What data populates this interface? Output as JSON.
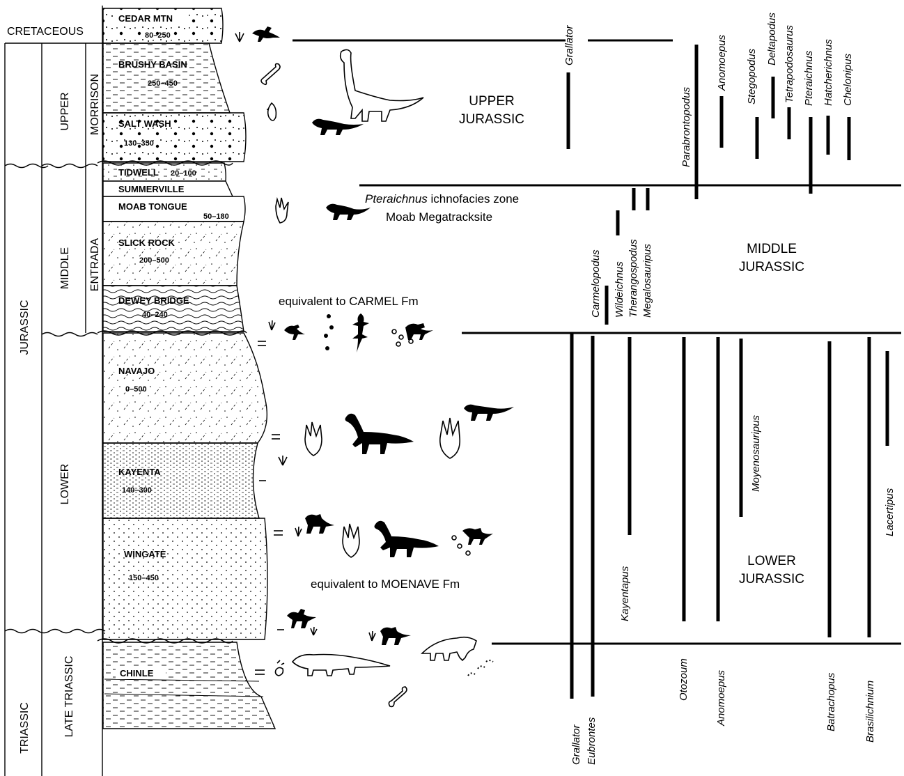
{
  "periods": {
    "cretaceous": "CRETACEOUS",
    "jurassic": "JURASSIC",
    "triassic": "TRIASSIC",
    "upper": "UPPER",
    "middle": "MIDDLE",
    "lower": "LOWER",
    "late_triassic": "LATE TRIASSIC",
    "morrison": "MORRISON",
    "entrada": "ENTRADA"
  },
  "formations": [
    {
      "name": "CEDAR MTN",
      "thickness": "80–250"
    },
    {
      "name": "BRUSHY BASIN",
      "thickness": "250–450"
    },
    {
      "name": "SALT WASH",
      "thickness": "130–350"
    },
    {
      "name": "TIDWELL",
      "thickness": "20–100"
    },
    {
      "name": "SUMMERVILLE",
      "thickness": ""
    },
    {
      "name": "MOAB TONGUE",
      "thickness": "50–180"
    },
    {
      "name": "SLICK ROCK",
      "thickness": "200–500"
    },
    {
      "name": "DEWEY BRIDGE",
      "thickness": "40–240"
    },
    {
      "name": "NAVAJO",
      "thickness": "0–500"
    },
    {
      "name": "KAYENTA",
      "thickness": "140–300"
    },
    {
      "name": "WINGATE",
      "thickness": "150–450"
    },
    {
      "name": "CHINLE",
      "thickness": ""
    }
  ],
  "annotations": {
    "upper_jurassic_1": "UPPER",
    "upper_jurassic_2": "JURASSIC",
    "middle_jurassic_1": "MIDDLE",
    "middle_jurassic_2": "JURASSIC",
    "lower_jurassic_1": "LOWER",
    "lower_jurassic_2": "JURASSIC",
    "pteraichnus_italic": "Pteraichnus",
    "pteraichnus_rest": " ichnofacies zone",
    "moab_megatracksite": "Moab Megatracksite",
    "carmel": "equivalent to CARMEL Fm",
    "moenave": "equivalent to MOENAVE Fm"
  },
  "ichnotaxa": {
    "upper": [
      "Grallator",
      "Parabrontopodus",
      "Anomoepus",
      "Stegopodus",
      "Deltapodus",
      "Tetrapodosaurus",
      "Pteraichnus",
      "Hatcherichnus",
      "Chelonipus"
    ],
    "middle": [
      "Carmelopodus",
      "Wildeichnus",
      "Therangospodus",
      "Megalosauripus"
    ],
    "lower": [
      "Kayentapus",
      "Moyenosauripus",
      "Lacertipus"
    ],
    "bottom": [
      "Grallator",
      "Eubrontes",
      "Otozoum",
      "Anomoepus",
      "Batrachopus",
      "Brasilichnium"
    ]
  }
}
